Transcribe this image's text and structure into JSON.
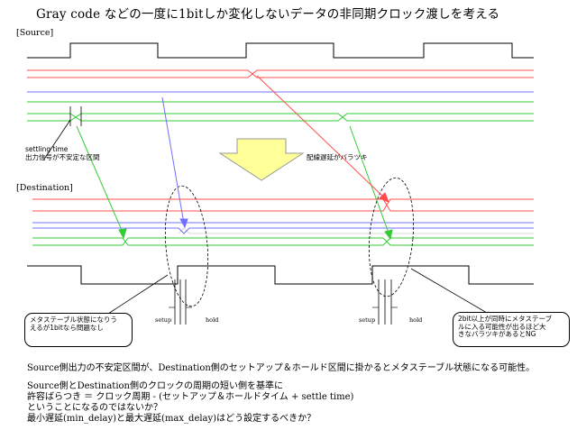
{
  "title": "Gray code などの一度に1bitしか変化しないデータの非同期クロック渡しを考える",
  "source_section_label": "[Source]",
  "destination_section_label": "[Destination]",
  "settling_note": [
    "settling time",
    "出力信号が不安定な区間"
  ],
  "wire_delay_note": "配線遅延がバラツキ",
  "setup_label": "setup",
  "hold_label": "hold",
  "left_callout": [
    "メタステーブル状態になりう",
    "えるが1bitなら問題なし"
  ],
  "right_callout": [
    "2bit以上が同時にメタステーブ",
    "ルに入る可能性が出るほど大",
    "きなバラツキがあるとNG"
  ],
  "bottom_text": {
    "line1": "Source側出力の不安定区間が、Destination側のセットアップ＆ホールド区間に掛かるとメタステーブル状態になる可能性。",
    "line2": "Source側とDestination側のクロックの周期の短い側を基準に",
    "line3": "許容ばらつき ＝ クロック周期 - (セットアップ＆ホールドタイム + settle time)",
    "line4": "ということになるのではないか？",
    "line5": "最小遅延(min_delay)と最大遅延(max_delay)はどう設定するべきか？"
  },
  "colors": {
    "red": "#ff4d4d",
    "blue": "#7070ff",
    "green": "#33cc33",
    "arrow_fill": "#ffff99",
    "arrow_stroke": "#999999"
  }
}
